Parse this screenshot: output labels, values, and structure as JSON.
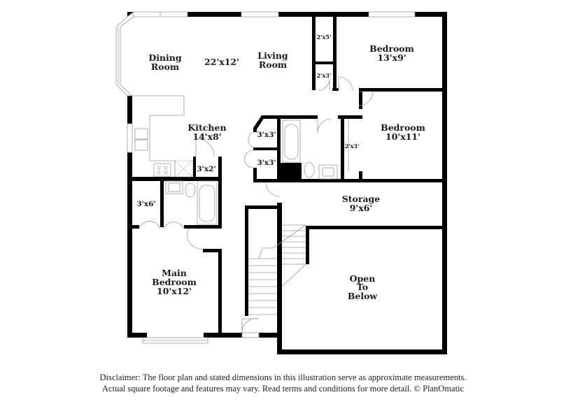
{
  "floorplan": {
    "rooms": [
      {
        "id": "dining",
        "name_line1": "Dining",
        "name_line2": "Room"
      },
      {
        "id": "living-dining-size",
        "dims": "22'x12'"
      },
      {
        "id": "living",
        "name_line1": "Living",
        "name_line2": "Room"
      },
      {
        "id": "bedroom-1",
        "name": "Bedroom",
        "dims": "13'x9'"
      },
      {
        "id": "closet-2x5",
        "dims": "2'x5'"
      },
      {
        "id": "closet-2x3-a",
        "dims": "2'x3'"
      },
      {
        "id": "kitchen",
        "name": "Kitchen",
        "dims": "14'x8'"
      },
      {
        "id": "pantry",
        "dims": "3'x2'"
      },
      {
        "id": "closet-3x3-a",
        "dims": "3'x3'"
      },
      {
        "id": "closet-3x3-b",
        "dims": "3'x3'"
      },
      {
        "id": "bedroom-2",
        "name": "Bedroom",
        "dims": "10'x11'"
      },
      {
        "id": "closet-2x3-b",
        "dims": "2'x3'"
      },
      {
        "id": "storage",
        "name": "Storage",
        "dims": "9'x6'"
      },
      {
        "id": "closet-3x6",
        "dims": "3'x6'"
      },
      {
        "id": "main-bedroom",
        "name_line1": "Main",
        "name_line2": "Bedroom",
        "dims": "10'x12'"
      },
      {
        "id": "open-below",
        "name_line1": "Open",
        "name_line2": "To",
        "name_line3": "Below"
      }
    ]
  },
  "disclaimer": {
    "line1": "Disclaimer: The floor plan and stated dimensions in this illustration serve as approximate measurements.",
    "line2": "Actual square footage and features may vary. Read terms and conditions for more detail. © PlanOmatic"
  }
}
